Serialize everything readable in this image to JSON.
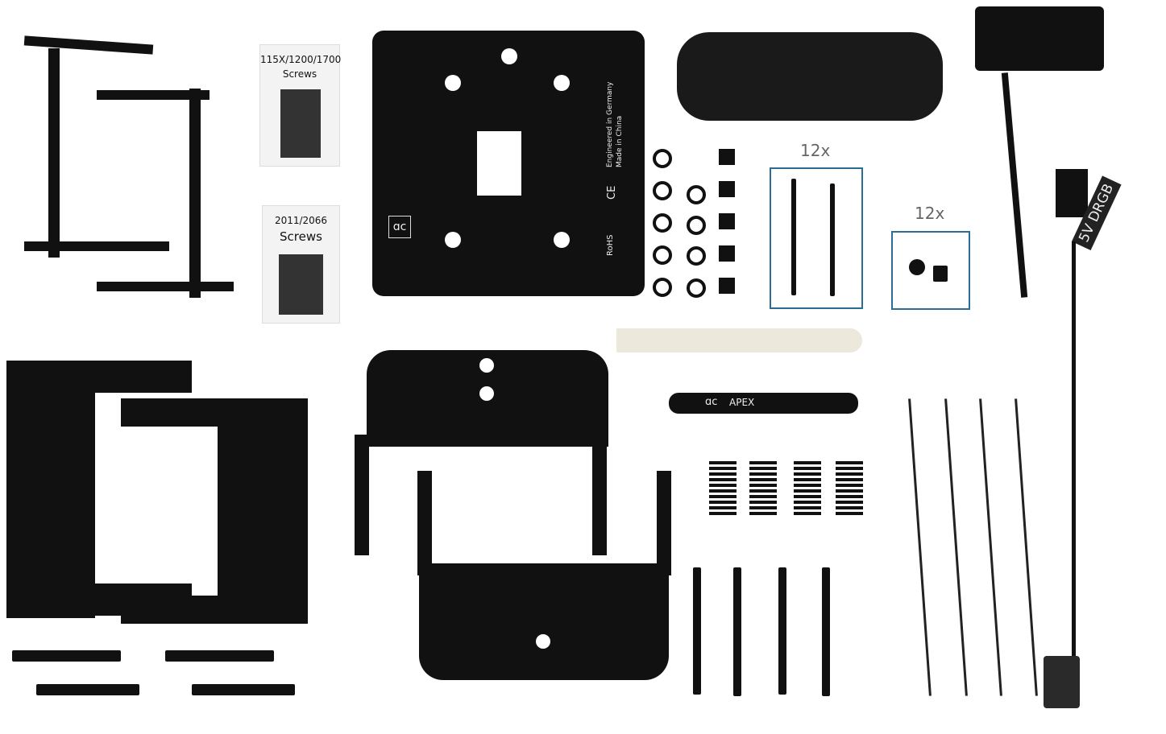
{
  "scene": {
    "bag_1_label": "115X/1200/1700",
    "bag_1_sub": "Screws",
    "bag_2_label": "2011/2066",
    "bag_2_sub": "Screws",
    "backplate_text_1": "Engineered in Germany",
    "backplate_text_2": "Made in China",
    "backplate_ce": "CE",
    "backplate_rohs": "RoHS",
    "logo": "ɑc",
    "count_1": "12x",
    "count_2": "12x",
    "paste_label": "APEX",
    "cable_label": "5V DRGB"
  },
  "colors": {
    "background": "#ffffff",
    "parts": "#111111",
    "bracket_accent": "#2a6f93",
    "spatula": "#ece8dc"
  }
}
